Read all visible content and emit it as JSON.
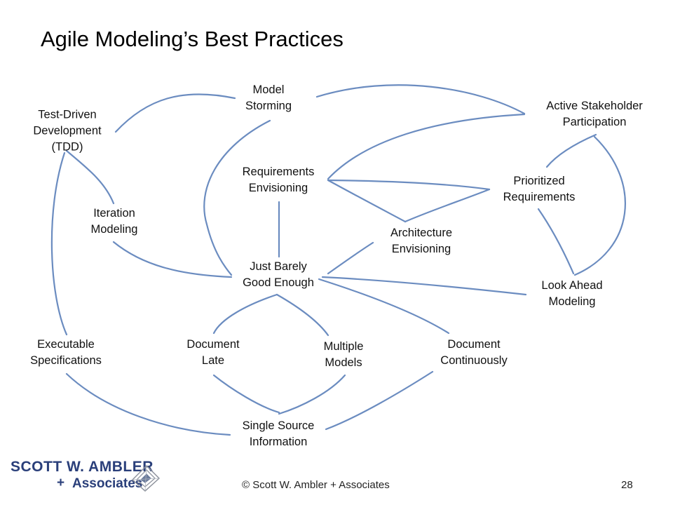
{
  "title": "Agile Modeling’s Best Practices",
  "nodes": {
    "model_storming": [
      "Model",
      "Storming"
    ],
    "tdd": [
      "Test-Driven",
      "Development",
      "(TDD)"
    ],
    "active_stakeholder": [
      "Active Stakeholder",
      "Participation"
    ],
    "requirements_envisioning": [
      "Requirements",
      "Envisioning"
    ],
    "prioritized_requirements": [
      "Prioritized",
      "Requirements"
    ],
    "iteration_modeling": [
      "Iteration",
      "Modeling"
    ],
    "architecture_envisioning": [
      "Architecture",
      "Envisioning"
    ],
    "just_barely": [
      "Just Barely",
      "Good Enough"
    ],
    "look_ahead": [
      "Look Ahead",
      "Modeling"
    ],
    "executable_specs": [
      "Executable",
      "Specifications"
    ],
    "document_late": [
      "Document",
      "Late"
    ],
    "multiple_models": [
      "Multiple",
      "Models"
    ],
    "document_continuously": [
      "Document",
      "Continuously"
    ],
    "single_source": [
      "Single Source",
      "Information"
    ]
  },
  "footer": {
    "copyright": "© Scott W. Ambler + Associates",
    "page": "28"
  },
  "logo": {
    "line1": "SCOTT W. AMBLER",
    "plus": "+",
    "line2": "Associates"
  },
  "colors": {
    "edge": "#6b8cc0",
    "logo": "#2a3f7a"
  }
}
